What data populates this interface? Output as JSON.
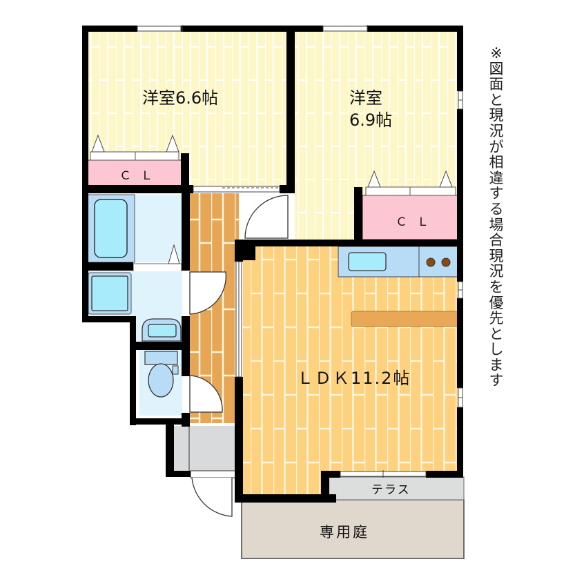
{
  "floor_plan": {
    "rooms": [
      {
        "id": "western-room-1",
        "name": "洋室6.6帖",
        "type": "洋室",
        "size_jo": 6.6
      },
      {
        "id": "western-room-2",
        "name_line1": "洋室",
        "name_line2": "6.9帖",
        "type": "洋室",
        "size_jo": 6.9
      },
      {
        "id": "ldk",
        "name": "ＬＤＫ11.2帖",
        "type": "LDK",
        "size_jo": 11.2
      },
      {
        "id": "closet-1",
        "name": "ＣＬ"
      },
      {
        "id": "closet-2",
        "name": "ＣＬ"
      },
      {
        "id": "terrace",
        "name": "テラス"
      },
      {
        "id": "private-garden",
        "name": "専用庭"
      }
    ],
    "note": "※図面と現況が相違する場合現況を優先とします",
    "colors": {
      "wall": "#000000",
      "bedroom_floor": "#fdf7c8",
      "bedroom_floor_lines": "#ffffff",
      "hall_floor": "#e6a656",
      "ldk_floor": "#fdd17e",
      "closet": "#fcc6d3",
      "wet_area": "#dff3fc",
      "fixture_blue": "#b8dcf6",
      "fixture_cyan": "#a8ecfb",
      "entrance": "#d8dadb",
      "terrace": "#dcdddd",
      "garden": "#e0d8cd",
      "counter": "#e8a858",
      "stove_burner": "#8a4a10"
    }
  }
}
